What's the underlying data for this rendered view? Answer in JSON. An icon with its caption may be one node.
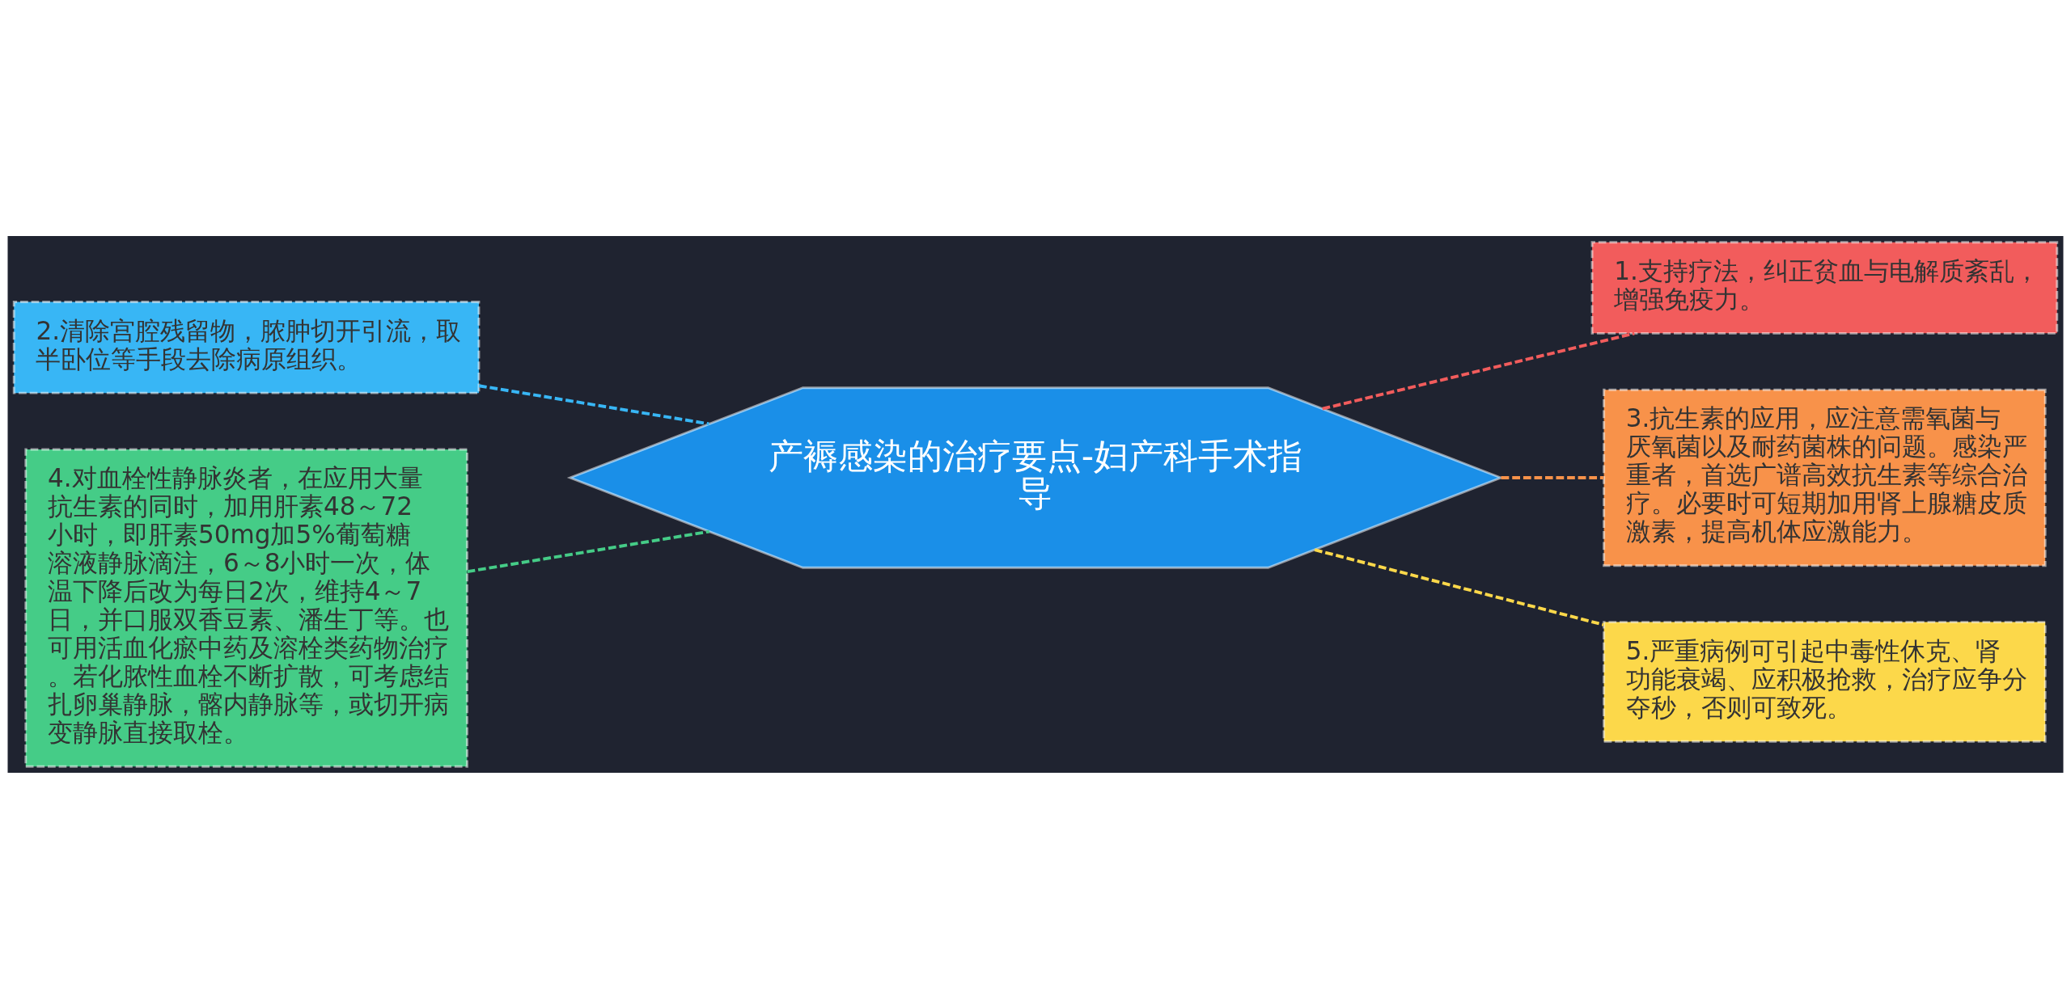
{
  "diagram": {
    "nodes": [
      {
        "text": [
          "产褥感染的治疗要点-妇产科手术指导"
        ]
      },
      {
        "text": [
          "1.支持疗法，纠正贫血与电解质紊乱，增强免疫力。"
        ]
      },
      {
        "text": [
          "2.清除宫腔残留物，脓肿切开引流，取半卧位等手段去除病原组织。"
        ]
      },
      {
        "text": [
          "3.抗生素的应用，应注意需氧菌与厌氧菌以及耐药菌株的问题。感染严重者，首选广谱高效抗生素等综合治疗。必要时可短期加用肾上腺糖皮质激素，提高机体应激能力。"
        ]
      },
      {
        "text": [
          "4.对血栓性静脉炎者，在应用大量抗生素的同时，加用肝素48～72小时，即肝素50mg加5%葡萄糖溶液静脉滴注，6～8小时一次，体温下降后改为每日2次，维持4～7日，并口服双香豆素、潘生丁等。也可用活血化瘀中药及溶栓类药物治疗。若化脓性血栓不断扩散，可考虑结扎卵巢静脉，髂内静脉等，或切开病变静脉直接取栓。"
        ]
      },
      {
        "text": [
          "5.严重病例可引起中毒性休克、肾功能衰竭、应积极抢救，治疗应争分夺秒，否则可致死。"
        ]
      }
    ],
    "edges": [
      {
        "from": 0,
        "to": 1,
        "arrow": "none",
        "style": "dashed",
        "color": "#f25c5c"
      },
      {
        "from": 0,
        "to": 2,
        "arrow": "none",
        "style": "dashed",
        "color": "#38b6f5"
      },
      {
        "from": 0,
        "to": 3,
        "arrow": "none",
        "style": "dashed",
        "color": "#f8924a"
      },
      {
        "from": 0,
        "to": 4,
        "arrow": "none",
        "style": "dashed",
        "color": "#45cc87"
      },
      {
        "from": 0,
        "to": 5,
        "arrow": "none",
        "style": "dashed",
        "color": "#fcd84a"
      }
    ]
  }
}
